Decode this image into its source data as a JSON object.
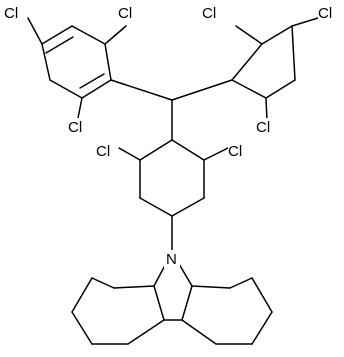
{
  "structure": {
    "atoms": [
      {
        "id": "cl1",
        "label": "Cl"
      },
      {
        "id": "cl2",
        "label": "Cl"
      },
      {
        "id": "cl3",
        "label": "Cl"
      },
      {
        "id": "cl4",
        "label": "Cl"
      },
      {
        "id": "cl5",
        "label": "Cl"
      },
      {
        "id": "cl6",
        "label": "Cl"
      },
      {
        "id": "cl7",
        "label": "Cl"
      },
      {
        "id": "cl8",
        "label": "Cl"
      },
      {
        "id": "n1",
        "label": "N"
      }
    ],
    "colors": {
      "bond": "#000000",
      "label": "#000000",
      "background": "#ffffff"
    }
  }
}
